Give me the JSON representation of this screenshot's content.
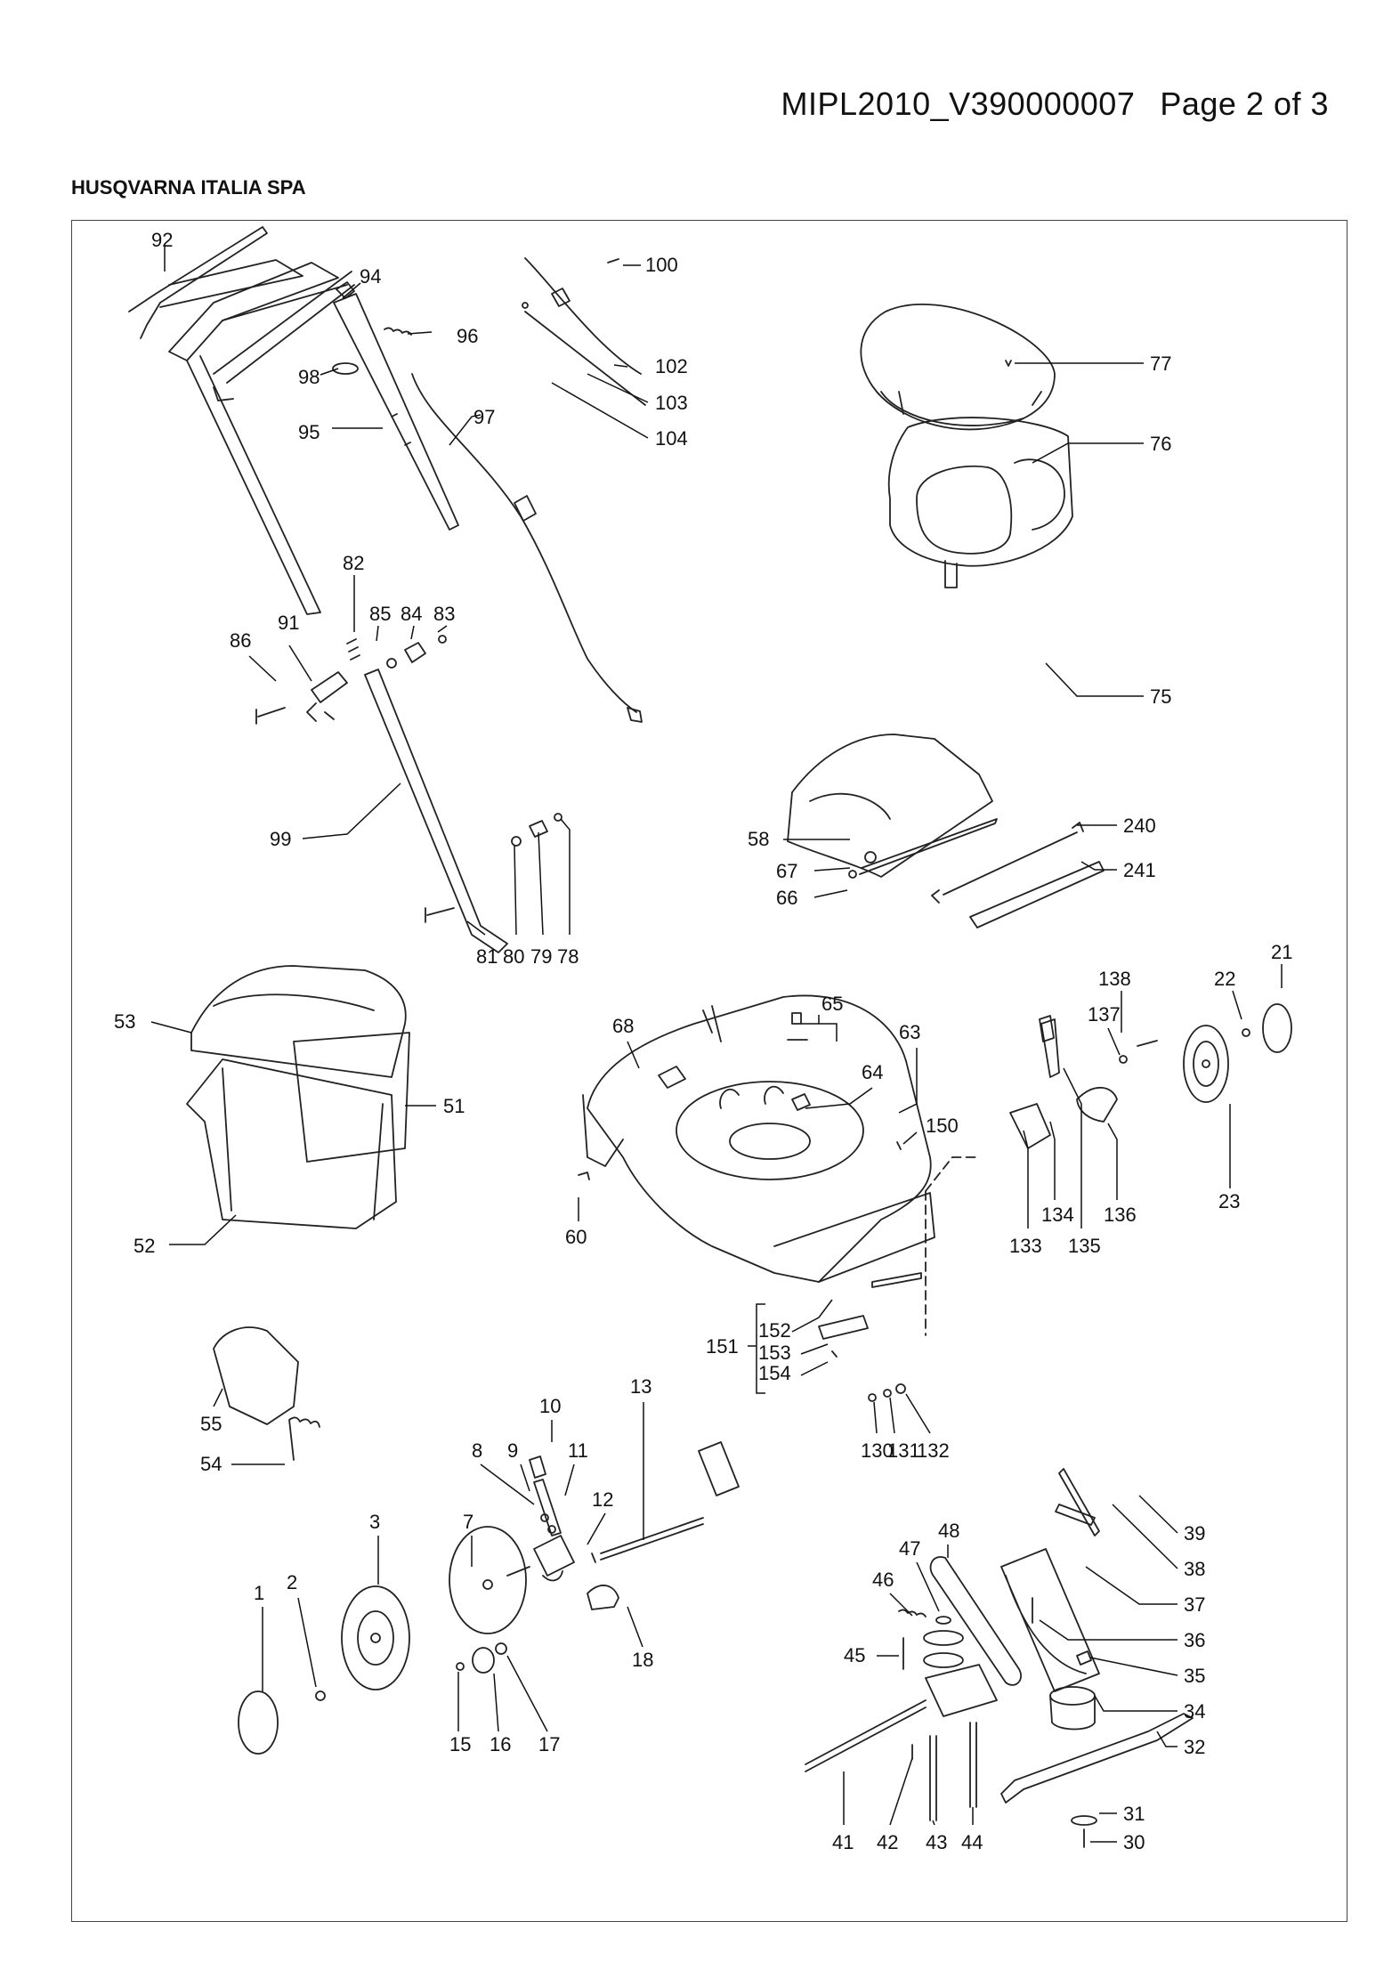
{
  "header": {
    "document_id": "MIPL2010_V390000007",
    "page": "Page 2 of 3",
    "company": "HUSQVARNA ITALIA SPA"
  },
  "diagram": {
    "callouts": [
      {
        "id": "c92",
        "label": "92"
      },
      {
        "id": "c94",
        "label": "94"
      },
      {
        "id": "c100",
        "label": "100"
      },
      {
        "id": "c96",
        "label": "96"
      },
      {
        "id": "c102",
        "label": "102"
      },
      {
        "id": "c98",
        "label": "98"
      },
      {
        "id": "c103",
        "label": "103"
      },
      {
        "id": "c95",
        "label": "95"
      },
      {
        "id": "c97",
        "label": "97"
      },
      {
        "id": "c104",
        "label": "104"
      },
      {
        "id": "c77",
        "label": "77"
      },
      {
        "id": "c76",
        "label": "76"
      },
      {
        "id": "c82",
        "label": "82"
      },
      {
        "id": "c85",
        "label": "85"
      },
      {
        "id": "c84",
        "label": "84"
      },
      {
        "id": "c83",
        "label": "83"
      },
      {
        "id": "c86",
        "label": "86"
      },
      {
        "id": "c91",
        "label": "91"
      },
      {
        "id": "c75",
        "label": "75"
      },
      {
        "id": "c58",
        "label": "58"
      },
      {
        "id": "c240",
        "label": "240"
      },
      {
        "id": "c67",
        "label": "67"
      },
      {
        "id": "c241",
        "label": "241"
      },
      {
        "id": "c66",
        "label": "66"
      },
      {
        "id": "c99",
        "label": "99"
      },
      {
        "id": "c81",
        "label": "81"
      },
      {
        "id": "c80",
        "label": "80"
      },
      {
        "id": "c79",
        "label": "79"
      },
      {
        "id": "c78",
        "label": "78"
      },
      {
        "id": "c21",
        "label": "21"
      },
      {
        "id": "c138",
        "label": "138"
      },
      {
        "id": "c22",
        "label": "22"
      },
      {
        "id": "c53",
        "label": "53"
      },
      {
        "id": "c65",
        "label": "65"
      },
      {
        "id": "c68",
        "label": "68"
      },
      {
        "id": "c63",
        "label": "63"
      },
      {
        "id": "c137",
        "label": "137"
      },
      {
        "id": "c64",
        "label": "64"
      },
      {
        "id": "c51",
        "label": "51"
      },
      {
        "id": "c150",
        "label": "150"
      },
      {
        "id": "c23",
        "label": "23"
      },
      {
        "id": "c134",
        "label": "134"
      },
      {
        "id": "c136",
        "label": "136"
      },
      {
        "id": "c60",
        "label": "60"
      },
      {
        "id": "c52",
        "label": "52"
      },
      {
        "id": "c133",
        "label": "133"
      },
      {
        "id": "c135",
        "label": "135"
      },
      {
        "id": "c152",
        "label": "152"
      },
      {
        "id": "c151",
        "label": "151"
      },
      {
        "id": "c153",
        "label": "153"
      },
      {
        "id": "c154",
        "label": "154"
      },
      {
        "id": "c55",
        "label": "55"
      },
      {
        "id": "c13",
        "label": "13"
      },
      {
        "id": "c10",
        "label": "10"
      },
      {
        "id": "c130",
        "label": "130"
      },
      {
        "id": "c131",
        "label": "131"
      },
      {
        "id": "c132",
        "label": "132"
      },
      {
        "id": "c54",
        "label": "54"
      },
      {
        "id": "c8",
        "label": "8"
      },
      {
        "id": "c9",
        "label": "9"
      },
      {
        "id": "c11",
        "label": "11"
      },
      {
        "id": "c12",
        "label": "12"
      },
      {
        "id": "c3",
        "label": "3"
      },
      {
        "id": "c7",
        "label": "7"
      },
      {
        "id": "c39",
        "label": "39"
      },
      {
        "id": "c48",
        "label": "48"
      },
      {
        "id": "c38",
        "label": "38"
      },
      {
        "id": "c47",
        "label": "47"
      },
      {
        "id": "c37",
        "label": "37"
      },
      {
        "id": "c46",
        "label": "46"
      },
      {
        "id": "c36",
        "label": "36"
      },
      {
        "id": "c18",
        "label": "18"
      },
      {
        "id": "c1",
        "label": "1"
      },
      {
        "id": "c2",
        "label": "2"
      },
      {
        "id": "c35",
        "label": "35"
      },
      {
        "id": "c45",
        "label": "45"
      },
      {
        "id": "c34",
        "label": "34"
      },
      {
        "id": "c32",
        "label": "32"
      },
      {
        "id": "c15",
        "label": "15"
      },
      {
        "id": "c16",
        "label": "16"
      },
      {
        "id": "c17",
        "label": "17"
      },
      {
        "id": "c31",
        "label": "31"
      },
      {
        "id": "c41",
        "label": "41"
      },
      {
        "id": "c42",
        "label": "42"
      },
      {
        "id": "c43",
        "label": "43"
      },
      {
        "id": "c44",
        "label": "44"
      },
      {
        "id": "c30",
        "label": "30"
      }
    ]
  }
}
